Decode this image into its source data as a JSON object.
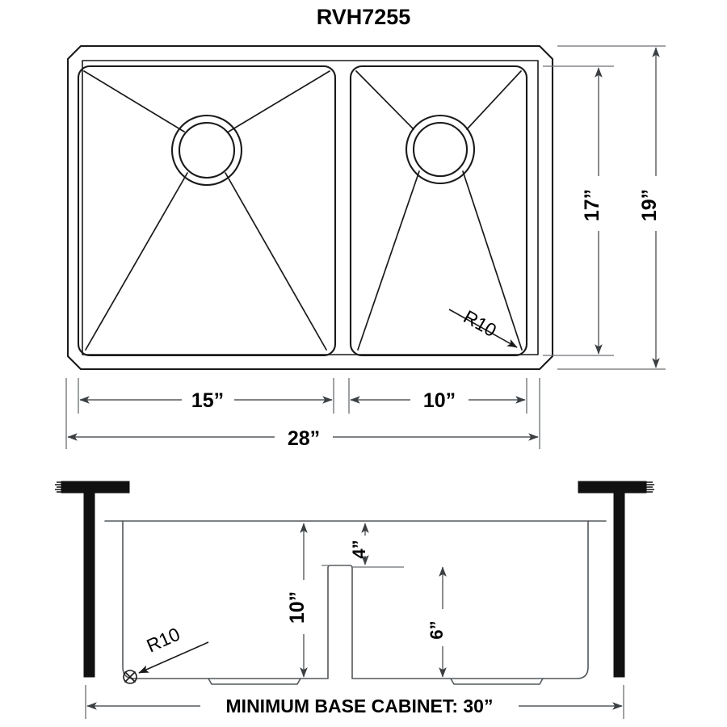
{
  "title": "RVH7255",
  "views": {
    "top": {
      "name": "top-view",
      "dimensions": {
        "left_basin_width": "15”",
        "right_basin_width": "10”",
        "overall_width": "28”",
        "basin_depth": "17”",
        "overall_depth": "19”",
        "corner_radius": "R10"
      }
    },
    "section": {
      "name": "front-section-view",
      "dimensions": {
        "bowl_depth": "10”",
        "divider_top_drop": "4”",
        "divider_height": "6”",
        "corner_radius": "R10"
      },
      "cabinet_note": "MINIMUM BASE CABINET: 30”"
    }
  },
  "colors": {
    "line": "#1a1a1a",
    "dimension": "#555a5e",
    "slab": "#111111",
    "background": "#ffffff"
  }
}
